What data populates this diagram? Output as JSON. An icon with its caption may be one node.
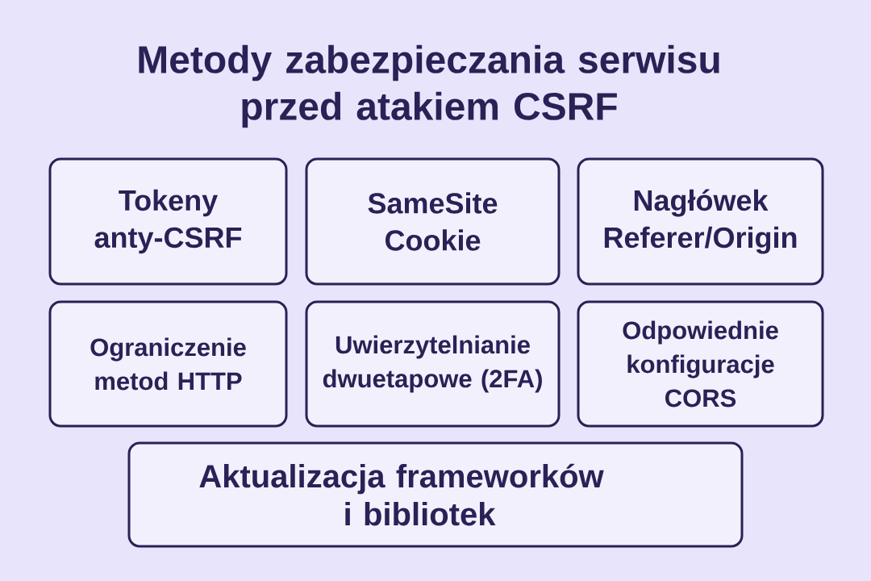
{
  "diagram": {
    "title": "Metody zabezpieczania serwisu przed atakiem CSRF",
    "nodes": [
      {
        "text": [
          "Tokeny anty-CSRF"
        ]
      },
      {
        "text": [
          "SameSite Cookie"
        ]
      },
      {
        "text": [
          "Nagłówek Referer/Origin"
        ]
      },
      {
        "text": [
          "Ograniczenie metod HTTP"
        ]
      },
      {
        "text": [
          "Uwierzytelnianie dwuetapowe (2FA)"
        ]
      },
      {
        "text": [
          "Odpowiednie konfiguracje CORS"
        ]
      },
      {
        "text": [
          "Aktualizacja frameworków i bibliotek"
        ]
      }
    ]
  }
}
